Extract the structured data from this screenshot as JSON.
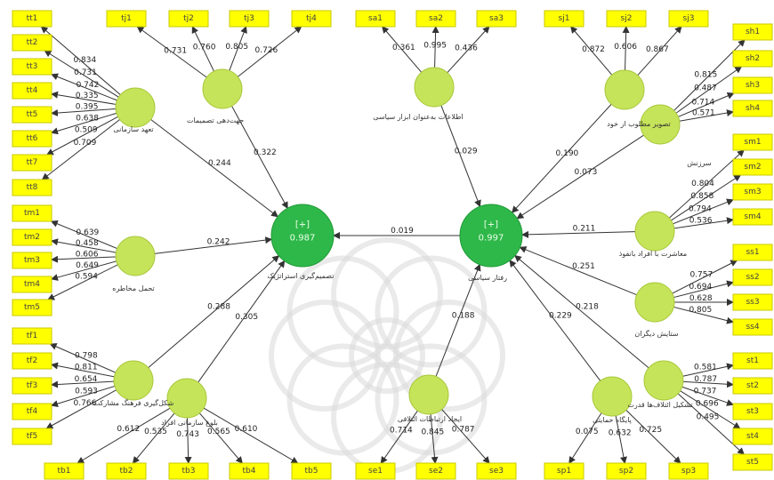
{
  "latents": [
    {
      "id": "ts",
      "label": "تعهد سازمانی"
    },
    {
      "id": "jt",
      "label": "جهت‌دهی تصمیمات"
    },
    {
      "id": "em",
      "label": "اطلاعات به‌عنوان ابزار سیاسی"
    },
    {
      "id": "sz",
      "label": "تصویر مطلوب از خود"
    },
    {
      "id": "tm",
      "label": "تحمل مخاطره"
    },
    {
      "id": "tf",
      "label": "شکل‌گیری فرهنگ مشارکت"
    },
    {
      "id": "tb",
      "label": "بلوغ سازمانی افراد"
    },
    {
      "id": "se",
      "label": "ایجاد ارتباطات ائتلافی"
    },
    {
      "id": "sp",
      "label": "پایگاه حمایتی"
    },
    {
      "id": "st",
      "label": "تشکیل ائتلاف‌ها قدرت"
    },
    {
      "id": "sh",
      "label": "سرزنش"
    },
    {
      "id": "sm",
      "label": "معاشرت با افراد بانفوذ"
    },
    {
      "id": "ss",
      "label": "ستایش دیگران"
    },
    {
      "id": "dm",
      "label": "تصمیم‌گیری استراتژیک",
      "top": "[+]",
      "r2": "0.987"
    },
    {
      "id": "pb",
      "label": "رفتار سیاسی",
      "top": "[+]",
      "r2": "0.997"
    }
  ],
  "indicators": [
    {
      "id": "tt1",
      "label": "tt1"
    },
    {
      "id": "tt2",
      "label": "tt2"
    },
    {
      "id": "tt3",
      "label": "tt3"
    },
    {
      "id": "tt4",
      "label": "tt4"
    },
    {
      "id": "tt5",
      "label": "tt5"
    },
    {
      "id": "tt6",
      "label": "tt6"
    },
    {
      "id": "tt7",
      "label": "tt7"
    },
    {
      "id": "tt8",
      "label": "tt8"
    },
    {
      "id": "tj1",
      "label": "tj1"
    },
    {
      "id": "tj2",
      "label": "tj2"
    },
    {
      "id": "tj3",
      "label": "tj3"
    },
    {
      "id": "tj4",
      "label": "tj4"
    },
    {
      "id": "sa1",
      "label": "sa1"
    },
    {
      "id": "sa2",
      "label": "sa2"
    },
    {
      "id": "sa3",
      "label": "sa3"
    },
    {
      "id": "sj1",
      "label": "sj1"
    },
    {
      "id": "sj2",
      "label": "sj2"
    },
    {
      "id": "sj3",
      "label": "sj3"
    },
    {
      "id": "sh1",
      "label": "sh1"
    },
    {
      "id": "sh2",
      "label": "sh2"
    },
    {
      "id": "sh3",
      "label": "sh3"
    },
    {
      "id": "sh4",
      "label": "sh4"
    },
    {
      "id": "sm1",
      "label": "sm1"
    },
    {
      "id": "sm2",
      "label": "sm2"
    },
    {
      "id": "sm3",
      "label": "sm3"
    },
    {
      "id": "sm4",
      "label": "sm4"
    },
    {
      "id": "ss1",
      "label": "ss1"
    },
    {
      "id": "ss2",
      "label": "ss2"
    },
    {
      "id": "ss3",
      "label": "ss3"
    },
    {
      "id": "ss4",
      "label": "ss4"
    },
    {
      "id": "st1",
      "label": "st1"
    },
    {
      "id": "st2",
      "label": "st2"
    },
    {
      "id": "st3",
      "label": "st3"
    },
    {
      "id": "st4",
      "label": "st4"
    },
    {
      "id": "st5",
      "label": "st5"
    },
    {
      "id": "tm1",
      "label": "tm1"
    },
    {
      "id": "tm2",
      "label": "tm2"
    },
    {
      "id": "tm3",
      "label": "tm3"
    },
    {
      "id": "tm4",
      "label": "tm4"
    },
    {
      "id": "tm5",
      "label": "tm5"
    },
    {
      "id": "tf1",
      "label": "tf1"
    },
    {
      "id": "tf2",
      "label": "tf2"
    },
    {
      "id": "tf3",
      "label": "tf3"
    },
    {
      "id": "tf4",
      "label": "tf4"
    },
    {
      "id": "tf5",
      "label": "tf5"
    },
    {
      "id": "tb1",
      "label": "tb1"
    },
    {
      "id": "tb2",
      "label": "tb2"
    },
    {
      "id": "tb3",
      "label": "tb3"
    },
    {
      "id": "tb4",
      "label": "tb4"
    },
    {
      "id": "tb5",
      "label": "tb5"
    },
    {
      "id": "se1",
      "label": "se1"
    },
    {
      "id": "se2",
      "label": "se2"
    },
    {
      "id": "se3",
      "label": "se3"
    },
    {
      "id": "sp1",
      "label": "sp1"
    },
    {
      "id": "sp2",
      "label": "sp2"
    },
    {
      "id": "sp3",
      "label": "sp3"
    }
  ],
  "loadings": [
    {
      "from": "ts",
      "to": "tt1",
      "value": "0.834"
    },
    {
      "from": "ts",
      "to": "tt2",
      "value": "0.731"
    },
    {
      "from": "ts",
      "to": "tt3",
      "value": "0.742"
    },
    {
      "from": "ts",
      "to": "tt4",
      "value": "0.335"
    },
    {
      "from": "ts",
      "to": "tt5",
      "value": "0.395"
    },
    {
      "from": "ts",
      "to": "tt6",
      "value": "0.638"
    },
    {
      "from": "ts",
      "to": "tt7",
      "value": "0.509"
    },
    {
      "from": "ts",
      "to": "tt8",
      "value": "0.709"
    },
    {
      "from": "jt",
      "to": "tj1",
      "value": "0.731"
    },
    {
      "from": "jt",
      "to": "tj2",
      "value": "0.760"
    },
    {
      "from": "jt",
      "to": "tj3",
      "value": "0.805"
    },
    {
      "from": "jt",
      "to": "tj4",
      "value": "0.726"
    },
    {
      "from": "em",
      "to": "sa1",
      "value": "0.361"
    },
    {
      "from": "em",
      "to": "sa2",
      "value": "0.995"
    },
    {
      "from": "em",
      "to": "sa3",
      "value": "0.436"
    },
    {
      "from": "sz",
      "to": "sj1",
      "value": "0.872"
    },
    {
      "from": "sz",
      "to": "sj2",
      "value": "0.606"
    },
    {
      "from": "sz",
      "to": "sj3",
      "value": "0.867"
    },
    {
      "from": "sh",
      "to": "sh1",
      "value": "0.815"
    },
    {
      "from": "sh",
      "to": "sh2",
      "value": "0.487"
    },
    {
      "from": "sh",
      "to": "sh3",
      "value": "0.714"
    },
    {
      "from": "sh",
      "to": "sh4",
      "value": "0.571"
    },
    {
      "from": "sm",
      "to": "sm1",
      "value": "0.804"
    },
    {
      "from": "sm",
      "to": "sm2",
      "value": "0.858"
    },
    {
      "from": "sm",
      "to": "sm3",
      "value": "0.794"
    },
    {
      "from": "sm",
      "to": "sm4",
      "value": "0.536"
    },
    {
      "from": "ss",
      "to": "ss1",
      "value": "0.757"
    },
    {
      "from": "ss",
      "to": "ss2",
      "value": "0.694"
    },
    {
      "from": "ss",
      "to": "ss3",
      "value": "0.628"
    },
    {
      "from": "ss",
      "to": "ss4",
      "value": "0.805"
    },
    {
      "from": "st",
      "to": "st1",
      "value": "0.581"
    },
    {
      "from": "st",
      "to": "st2",
      "value": "0.787"
    },
    {
      "from": "st",
      "to": "st3",
      "value": "0.737"
    },
    {
      "from": "st",
      "to": "st4",
      "value": "0.696"
    },
    {
      "from": "st",
      "to": "st5",
      "value": "0.495"
    },
    {
      "from": "tm",
      "to": "tm1",
      "value": "0.639"
    },
    {
      "from": "tm",
      "to": "tm2",
      "value": "0.458"
    },
    {
      "from": "tm",
      "to": "tm3",
      "value": "0.606"
    },
    {
      "from": "tm",
      "to": "tm4",
      "value": "0.649"
    },
    {
      "from": "tm",
      "to": "tm5",
      "value": "0.594"
    },
    {
      "from": "tf",
      "to": "tf1",
      "value": "0.798"
    },
    {
      "from": "tf",
      "to": "tf2",
      "value": "0.811"
    },
    {
      "from": "tf",
      "to": "tf3",
      "value": "0.654"
    },
    {
      "from": "tf",
      "to": "tf4",
      "value": "0.593"
    },
    {
      "from": "tf",
      "to": "tf5",
      "value": "0.766"
    },
    {
      "from": "tb",
      "to": "tb1",
      "value": "0.612"
    },
    {
      "from": "tb",
      "to": "tb2",
      "value": "0.535"
    },
    {
      "from": "tb",
      "to": "tb3",
      "value": "0.743"
    },
    {
      "from": "tb",
      "to": "tb4",
      "value": "0.565"
    },
    {
      "from": "tb",
      "to": "tb5",
      "value": "0.610"
    },
    {
      "from": "se",
      "to": "se1",
      "value": "0.714"
    },
    {
      "from": "se",
      "to": "se2",
      "value": "0.845"
    },
    {
      "from": "se",
      "to": "se3",
      "value": "0.787"
    },
    {
      "from": "sp",
      "to": "sp1",
      "value": "0.075"
    },
    {
      "from": "sp",
      "to": "sp2",
      "value": "0.632"
    },
    {
      "from": "sp",
      "to": "sp3",
      "value": "0.725"
    }
  ],
  "paths": [
    {
      "from": "ts",
      "to": "dm",
      "value": "0.244"
    },
    {
      "from": "jt",
      "to": "dm",
      "value": "0.322"
    },
    {
      "from": "tm",
      "to": "dm",
      "value": "0.242"
    },
    {
      "from": "tf",
      "to": "dm",
      "value": "0.288"
    },
    {
      "from": "tb",
      "to": "dm",
      "value": "0.305"
    },
    {
      "from": "pb",
      "to": "dm",
      "value": "0.019"
    },
    {
      "from": "em",
      "to": "pb",
      "value": "0.029"
    },
    {
      "from": "sz",
      "to": "pb",
      "value": "0.190"
    },
    {
      "from": "sh",
      "to": "pb",
      "value": "0.073"
    },
    {
      "from": "sm",
      "to": "pb",
      "value": "0.211"
    },
    {
      "from": "ss",
      "to": "pb",
      "value": "0.251"
    },
    {
      "from": "se",
      "to": "pb",
      "value": "0.188"
    },
    {
      "from": "sp",
      "to": "pb",
      "value": "0.229"
    },
    {
      "from": "st",
      "to": "pb",
      "value": "0.218"
    }
  ],
  "colors": {
    "indicator": "#ffff00",
    "latent": "#c6e45a",
    "endogenous": "#2fb84a"
  }
}
